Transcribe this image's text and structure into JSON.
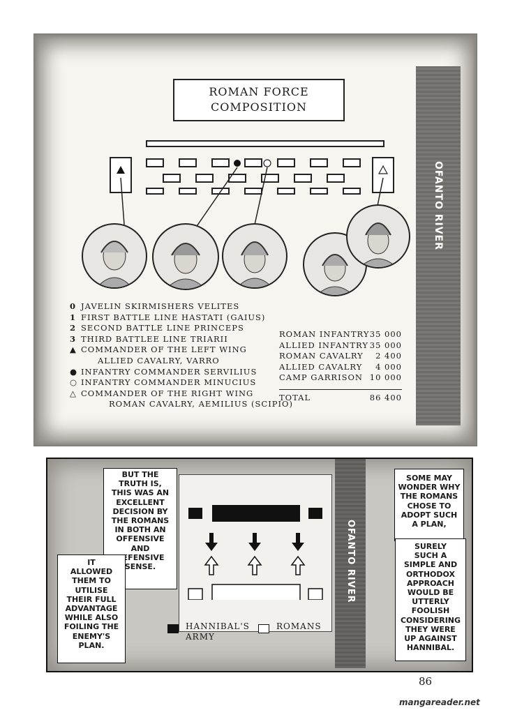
{
  "panel1": {
    "title_line1": "ROMAN FORCE",
    "title_line2": "COMPOSITION",
    "river_label": "OFANTO RIVER",
    "legend": [
      {
        "symbol": "0",
        "text": "JAVELIN SKIRMISHERS VELITES"
      },
      {
        "symbol": "1",
        "text": "FIRST BATTLE LINE HASTATI (GAIUS)"
      },
      {
        "symbol": "2",
        "text": "SECOND BATTLE LINE PRINCEPS"
      },
      {
        "symbol": "3",
        "text": "THIRD BATTLEE LINE TRIARII"
      },
      {
        "symbol": "▲",
        "text": "COMMANDER OF THE LEFT WING"
      },
      {
        "symbol": "",
        "text": "ALLIED CAVALRY, VARRO"
      },
      {
        "symbol": "●",
        "text": "INFANTRY COMMANDER SERVILIUS"
      },
      {
        "symbol": "○",
        "text": "INFANTRY COMMANDER MINUCIUS"
      },
      {
        "symbol": "△",
        "text": "COMMANDER OF THE RIGHT WING"
      },
      {
        "symbol": "",
        "text": "ROMAN CAVALRY, AEMILIUS (SCIPIO)"
      }
    ],
    "forces": [
      {
        "label": "ROMAN INFANTRY",
        "value": "35 000"
      },
      {
        "label": "ALLIED INFANTRY",
        "value": "35 000"
      },
      {
        "label": "ROMAN CAVALRY",
        "value": "2 400"
      },
      {
        "label": "ALLIED CAVALRY",
        "value": "4 000"
      },
      {
        "label": "CAMP GARRISON",
        "value": "10 000"
      }
    ],
    "total": {
      "label": "TOTAL",
      "value": "86 400"
    }
  },
  "panel2": {
    "river_label": "OFANTO RIVER",
    "bubble_truth": [
      "BUT THE",
      "TRUTH IS,",
      "THIS WAS AN",
      "EXCELLENT",
      "DECISION BY",
      "THE ROMANS",
      "IN BOTH AN",
      "OFFENSIVE",
      "AND",
      "DEFENSIVE",
      "SENSE."
    ],
    "bubble_allowed": [
      "IT",
      "ALLOWED",
      "THEM TO",
      "UTILISE",
      "THEIR FULL",
      "ADVANTAGE",
      "WHILE ALSO",
      "FOILING THE",
      "ENEMY'S",
      "PLAN."
    ],
    "bubble_wonder": [
      "SOME MAY",
      "WONDER WHY",
      "THE ROMANS",
      "CHOSE TO",
      "ADOPT SUCH",
      "A PLAN,"
    ],
    "bubble_surely": [
      "SURELY",
      "SUCH A",
      "SIMPLE AND",
      "ORTHODOX",
      "APPROACH",
      "WOULD BE",
      "UTTERLY",
      "FOOLISH",
      "CONSIDERING",
      "THEY WERE",
      "UP AGAINST",
      "HANNIBAL."
    ],
    "legend_hannibal_1": "HANNIBAL'S",
    "legend_hannibal_2": "ARMY",
    "legend_romans": "ROMANS"
  },
  "page_number": "86",
  "watermark": "mangareader.net"
}
